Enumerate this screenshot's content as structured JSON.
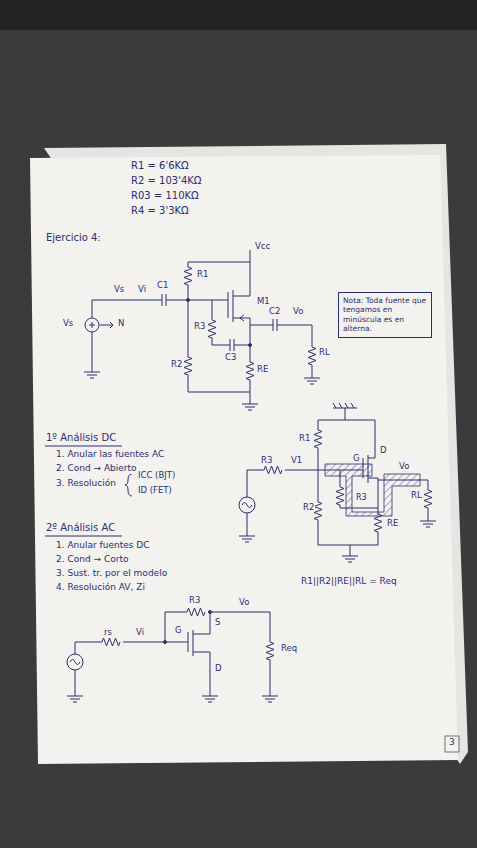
{
  "diagram": {
    "nodes": [
      {
        "text": [
          "Nota: Toda fuente que tengamos en minúscula es en alterna."
        ]
      }
    ],
    "labels": [
      "R1 = 6'6KΩ",
      "R2 = 103'4KΩ",
      "R03 = 110KΩ",
      "R4 = 3'3KΩ",
      "Ejercicio 4:",
      "Vcc",
      "R1",
      "Vs",
      "Vi",
      "C1",
      "M1",
      "Vs",
      "N",
      "R3",
      "C3",
      "C2",
      "Vo",
      "R2",
      "RE",
      "RL",
      "1º Análisis DC",
      "1. Anular las fuentes AC",
      "2. Cond → Abierto",
      "3. Resolución",
      "ICC (BJT)",
      "ID (FET)",
      "R1",
      "R3",
      "V1",
      "G",
      "D",
      "Vo",
      "R3",
      "RL",
      "RE",
      "R2",
      "R1||R2||RE||RL = Req",
      "2º Análisis AC",
      "1. Anular fuentes DC",
      "2. Cond → Corto",
      "3. Sust. tr. por el modelo",
      "4. Resolución AV, Zi",
      "R3",
      "Vo",
      "rs",
      "Vi",
      "G",
      "S",
      "D",
      "Req",
      "3"
    ]
  }
}
